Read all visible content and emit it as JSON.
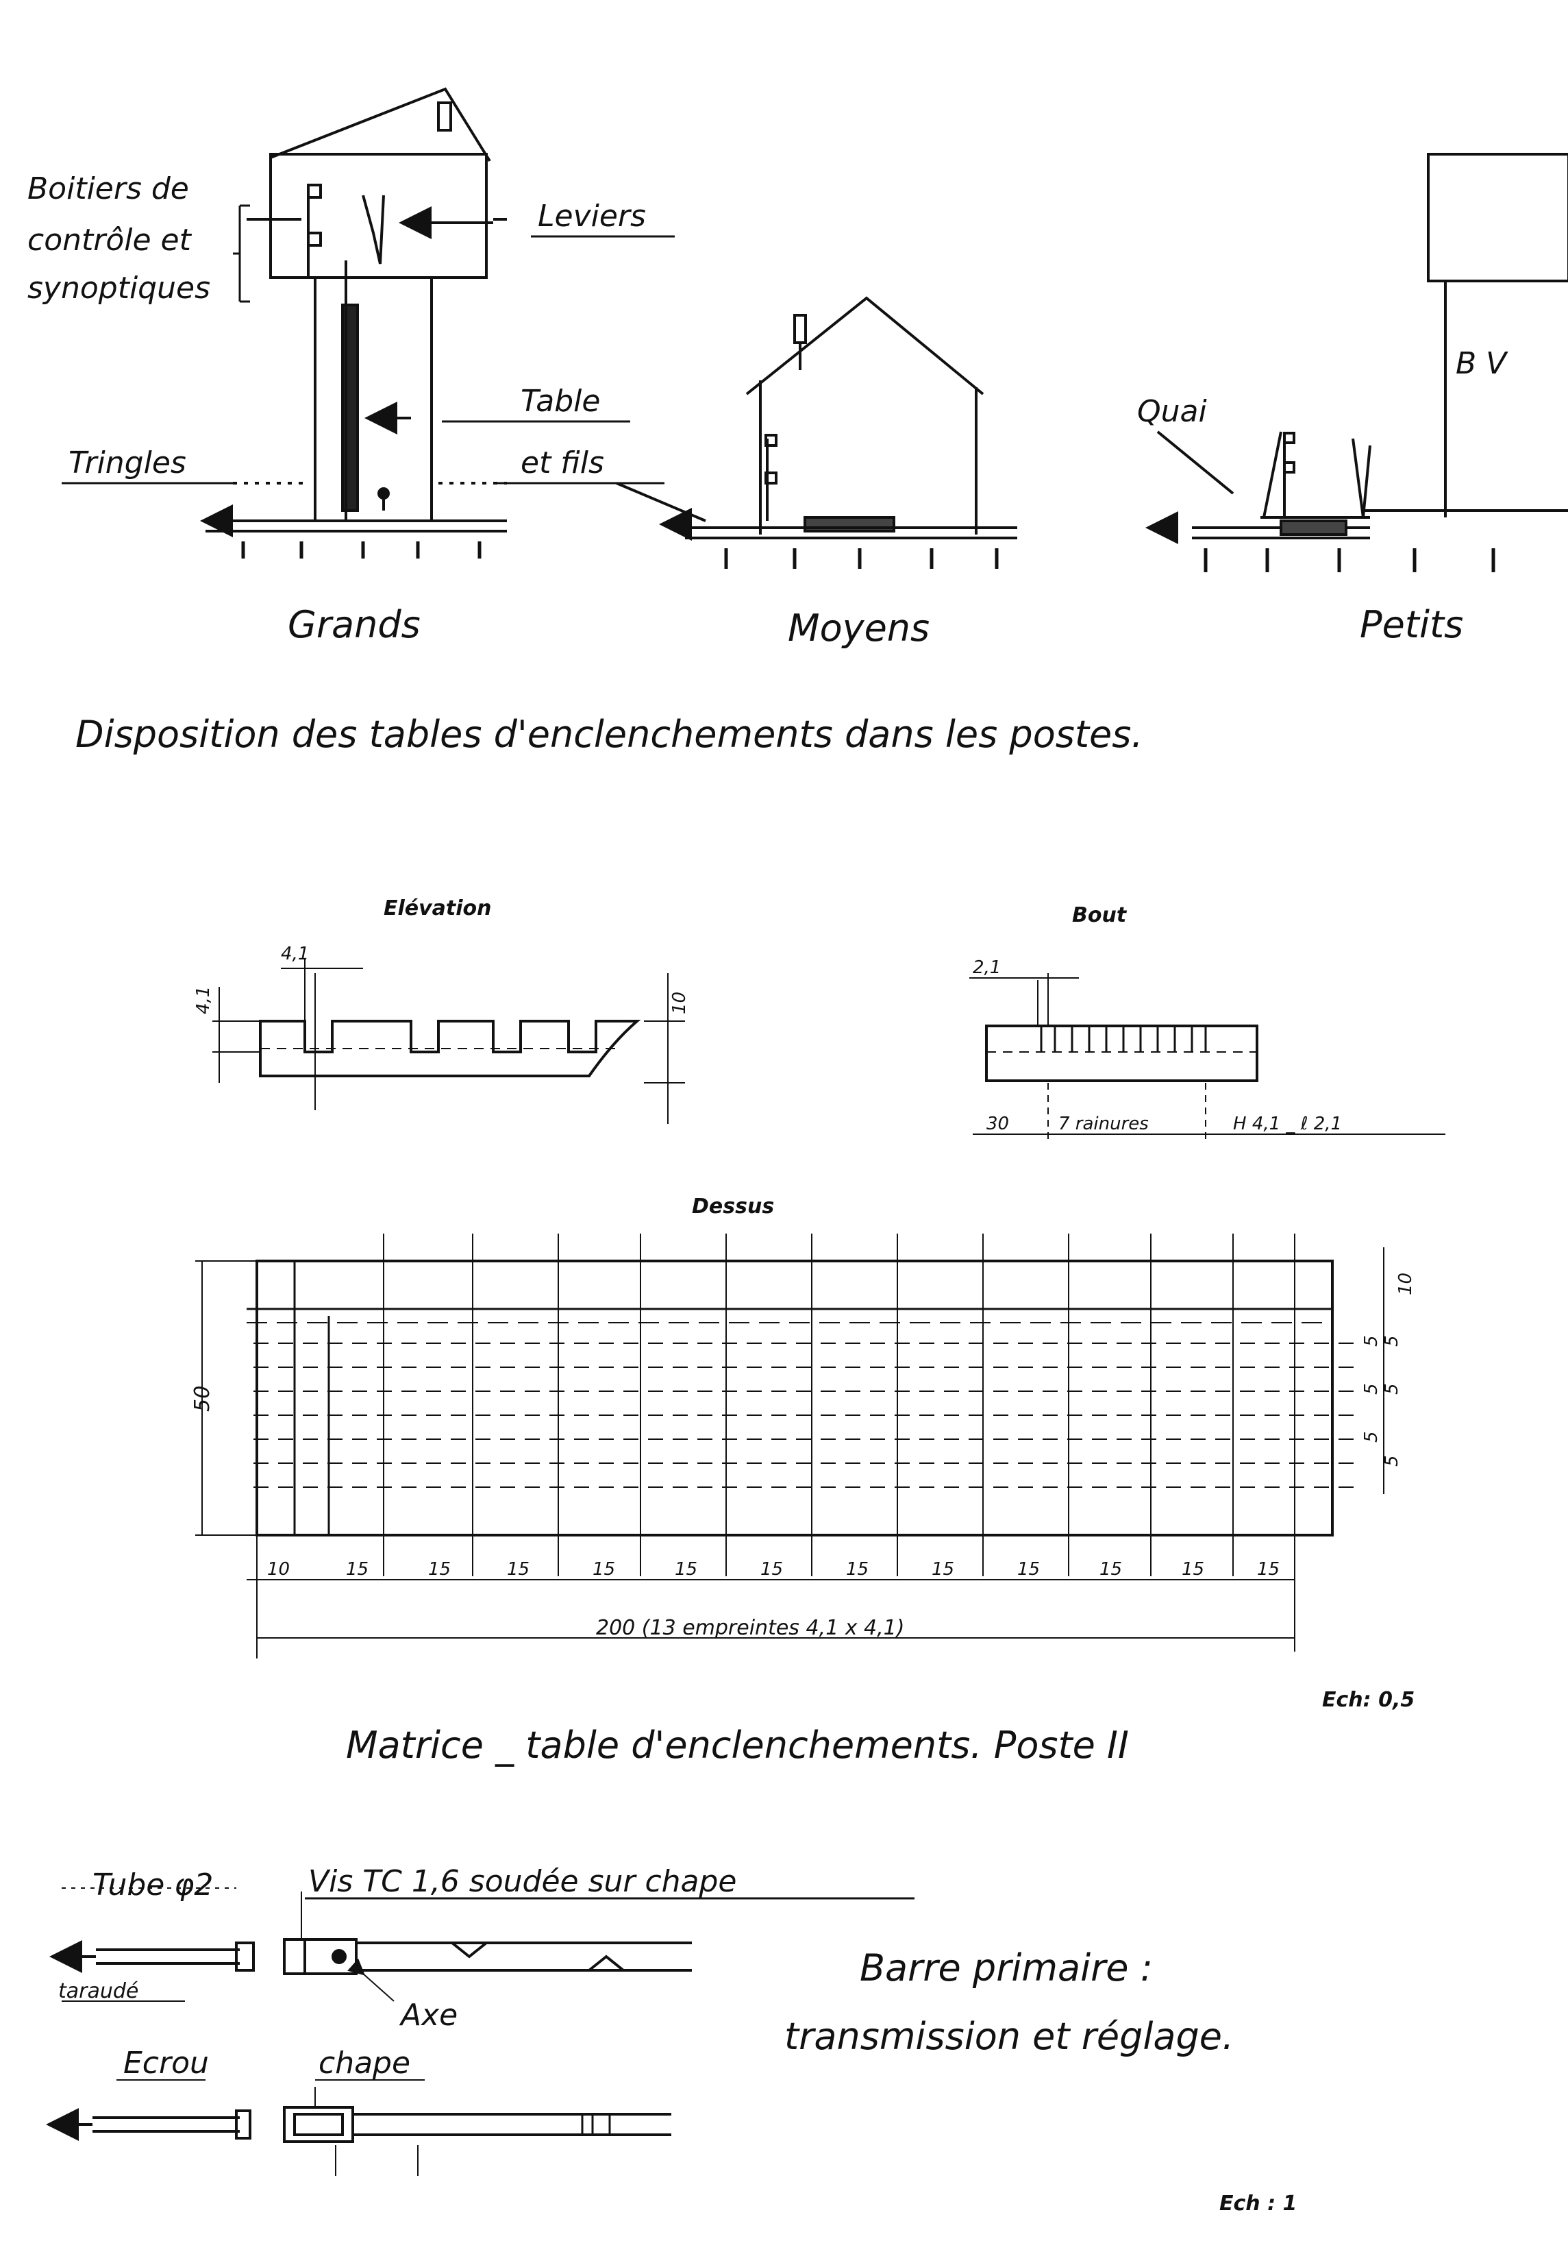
{
  "section1": {
    "labels": {
      "boitiers_line1": "Boitiers de",
      "boitiers_line2": "contrôle et",
      "boitiers_line3": "synoptiques",
      "leviers": "Leviers",
      "table": "Table",
      "et_fils": "et fils",
      "tringles": "Tringles",
      "quai": "Quai",
      "bv": "B V"
    },
    "captions": {
      "grands": "Grands",
      "moyens": "Moyens",
      "petits": "Petits"
    },
    "title": "Disposition des tables d'enclenchements dans les postes."
  },
  "section2": {
    "elevation": {
      "title": "Elévation",
      "dim_width": "4,1",
      "dim_depth": "4,1",
      "dim_height": "10"
    },
    "bout": {
      "title": "Bout",
      "dim_width": "2,1",
      "dim_30": "30",
      "grooves": "7 rainures",
      "groove_spec": "H 4,1 _ ℓ 2,1"
    },
    "dessus": {
      "title": "Dessus",
      "dim_50": "50",
      "bottom_dims": [
        "10",
        "15",
        "15",
        "15",
        "15",
        "15",
        "15",
        "15",
        "15",
        "15",
        "15",
        "15",
        "15"
      ],
      "right_dims": [
        "10",
        "5",
        "5",
        "5",
        "5",
        "5",
        "5"
      ],
      "total": "200 (13 empreintes 4,1 x 4,1)"
    },
    "scale": "Ech: 0,5",
    "title": "Matrice _ table d'enclenchements. Poste II"
  },
  "section3": {
    "labels": {
      "tube": "Tube φ2",
      "vis": "Vis TC 1,6 soudée sur chape",
      "taraude": "taraudé",
      "axe": "Axe",
      "ecrou": "Ecrou",
      "chape": "chape"
    },
    "title_line1": "Barre primaire :",
    "title_line2": "transmission et réglage.",
    "scale": "Ech : 1"
  }
}
